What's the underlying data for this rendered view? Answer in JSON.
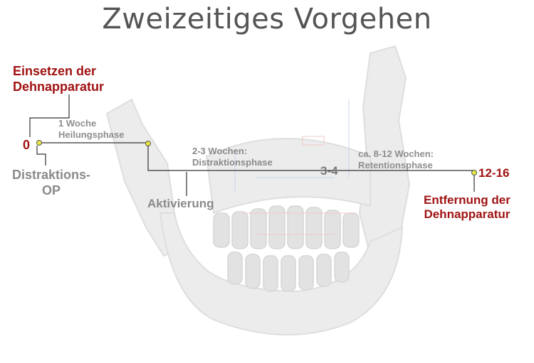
{
  "title": "Zweizeitiges Vorgehen",
  "milestones": {
    "start": {
      "value": "0",
      "label_line1": "Einsetzen der",
      "label_line2": "Dehnapparatur"
    },
    "op": {
      "label_line1": "Distraktions-",
      "label_line2": "OP"
    },
    "activation": {
      "label": "Aktivierung"
    },
    "mid": {
      "value": "3-4"
    },
    "end": {
      "value": "12-16",
      "label_line1": "Entfernung der",
      "label_line2": "Dehnapparatur"
    }
  },
  "phases": {
    "healing": {
      "line1": "1 Woche",
      "line2": "Heilungsphase"
    },
    "distraction": {
      "line1": "2-3 Wochen:",
      "line2": "Distraktionsphase"
    },
    "retention": {
      "line1": "ca. 8-12 Wochen:",
      "line2": "Retentionsphase"
    }
  },
  "colors": {
    "accent_red": "#a01212",
    "label_grey": "#8a8a8a",
    "marker_yellow": "#e8e840"
  },
  "image": {
    "subject": "jaw-3d-scan-illustration"
  }
}
